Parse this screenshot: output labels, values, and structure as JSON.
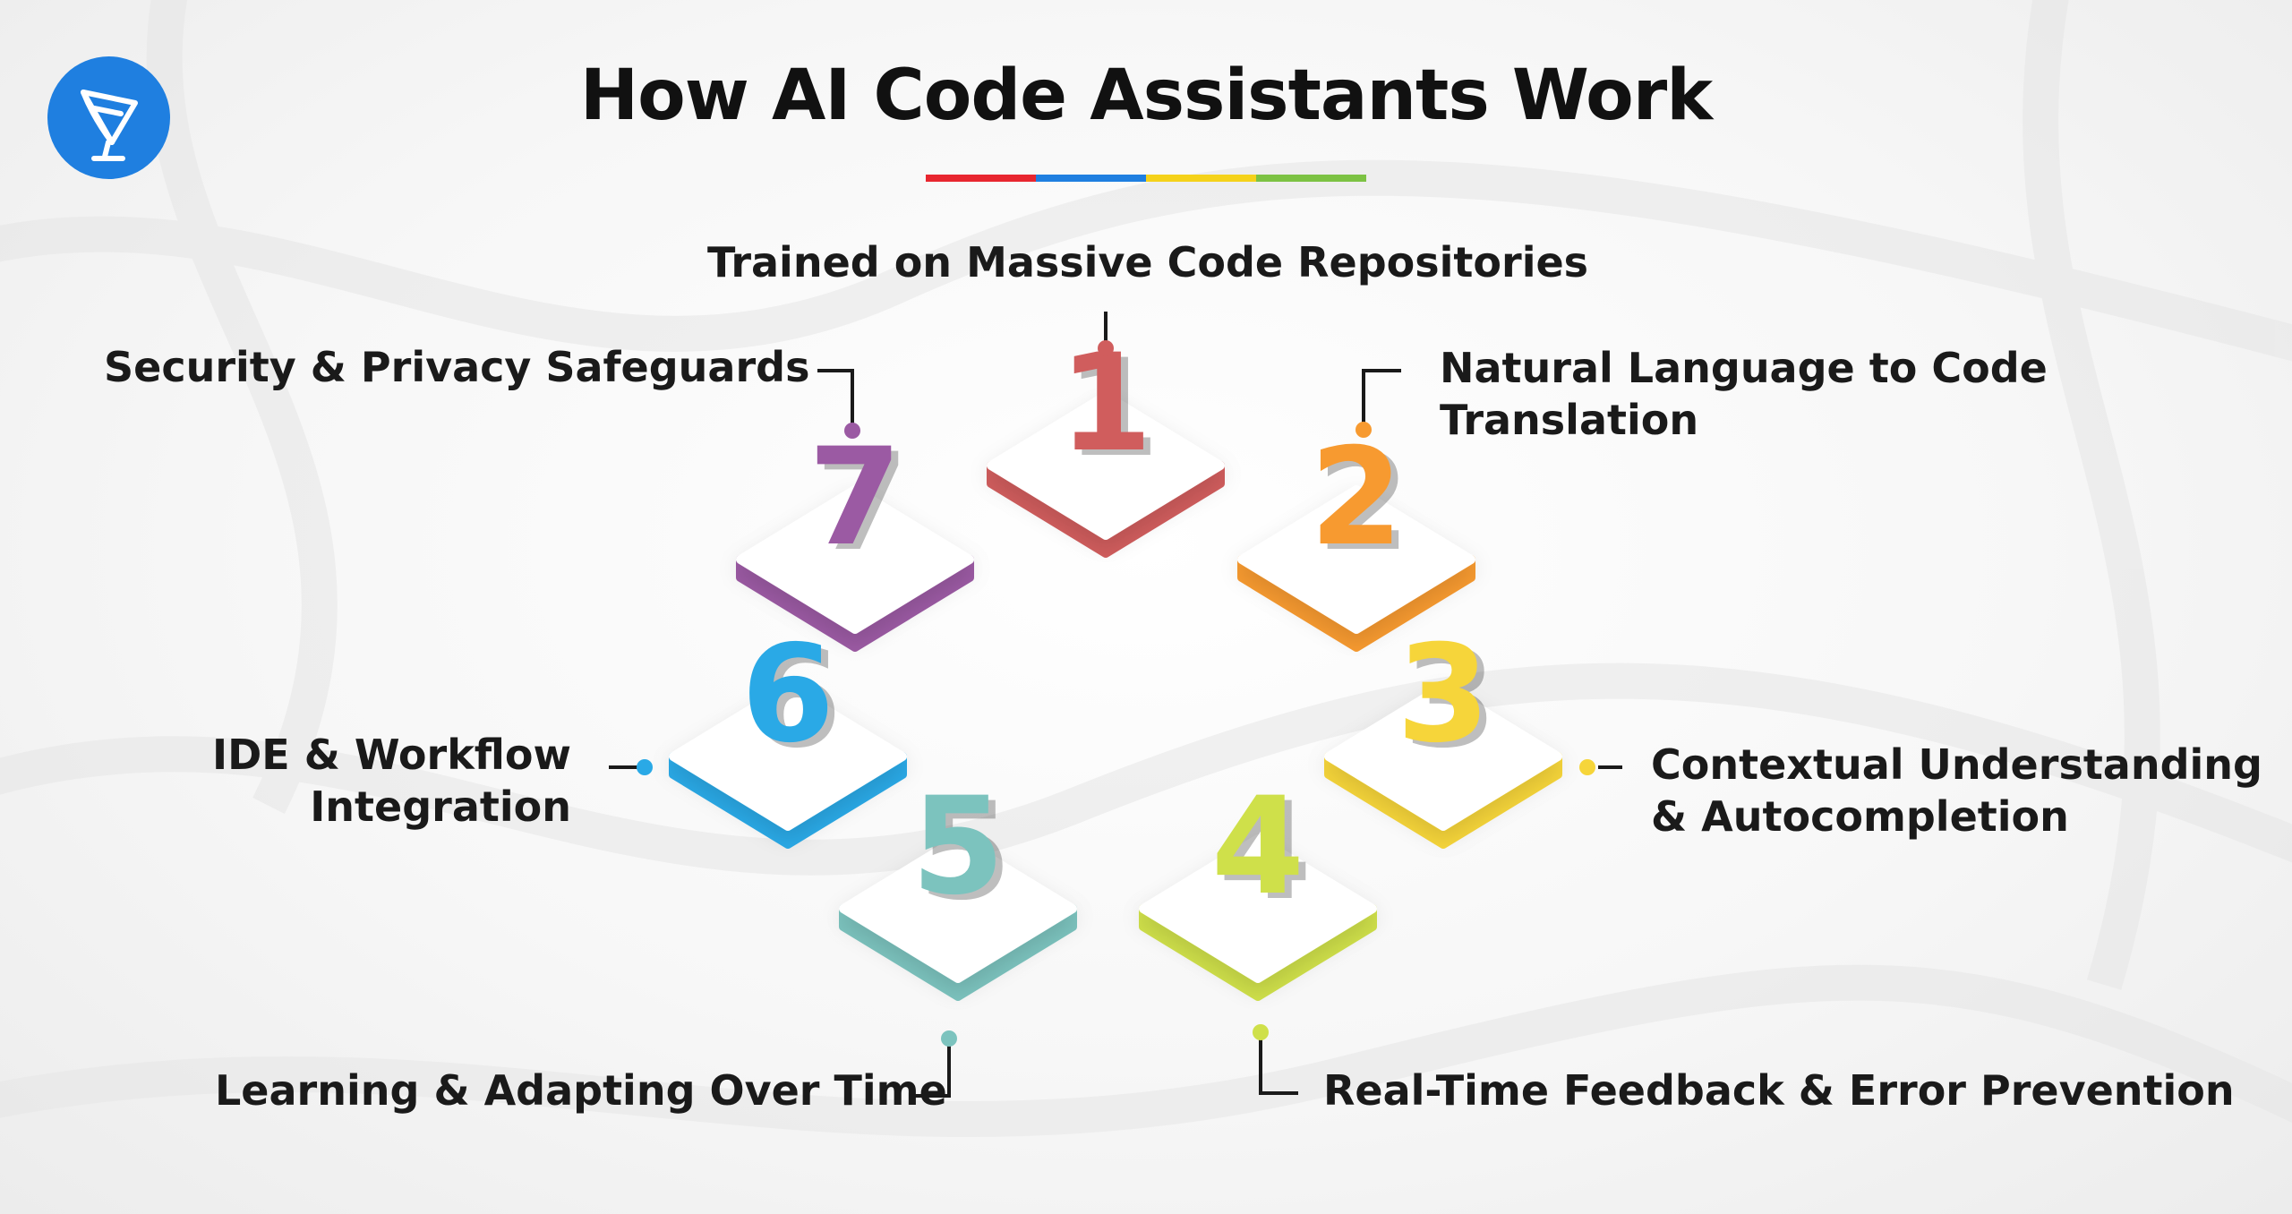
{
  "title": "How AI Code Assistants Work",
  "title_bar_colors": [
    "#e8262f",
    "#1f7fe0",
    "#f5d21a",
    "#7cc243"
  ],
  "logo": {
    "icon": "satellite-dish-icon",
    "color": "#1f7fe0"
  },
  "steps": [
    {
      "number": "1",
      "color": "#d05d5d",
      "lines": [
        "Trained on Massive Code Repositories"
      ]
    },
    {
      "number": "2",
      "color": "#f79a30",
      "lines": [
        "Natural Language to Code",
        "Translation"
      ]
    },
    {
      "number": "3",
      "color": "#f6d53a",
      "lines": [
        "Contextual Understanding",
        "& Autocompletion"
      ]
    },
    {
      "number": "4",
      "color": "#cfe04a",
      "lines": [
        "Real-Time Feedback & Error Prevention"
      ]
    },
    {
      "number": "5",
      "color": "#7cc3be",
      "lines": [
        "Learning & Adapting Over Time"
      ]
    },
    {
      "number": "6",
      "color": "#2aa9e6",
      "lines": [
        "IDE & Workflow",
        "Integration"
      ]
    },
    {
      "number": "7",
      "color": "#9b5aa3",
      "lines": [
        "Security & Privacy Safeguards"
      ]
    }
  ]
}
